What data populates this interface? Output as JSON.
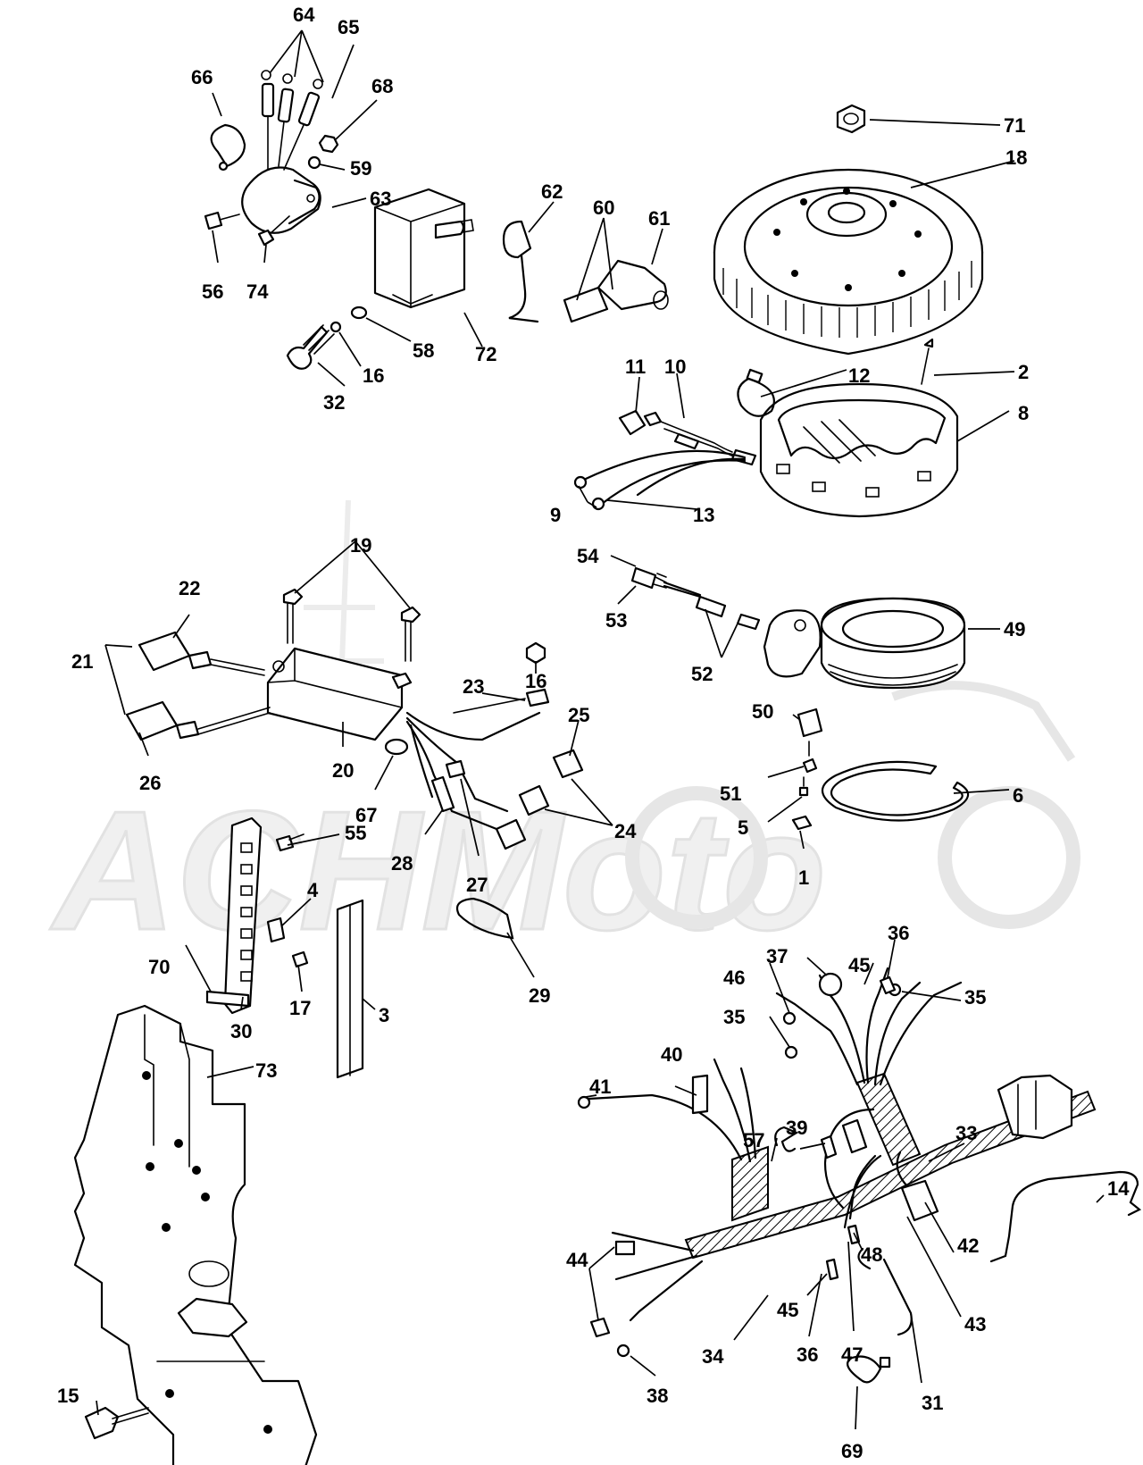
{
  "watermark": {
    "text": "ACHMoto"
  },
  "colors": {
    "line": "#000000",
    "background": "#ffffff",
    "watermark": "#e6e6e6"
  },
  "callouts": {
    "c64": "64",
    "c65": "65",
    "c66": "66",
    "c68": "68",
    "c59": "59",
    "c63": "63",
    "c56": "56",
    "c74": "74",
    "c62": "62",
    "c60": "60",
    "c61": "61",
    "c72": "72",
    "c58": "58",
    "c16a": "16",
    "c32": "32",
    "c71": "71",
    "c18": "18",
    "c12": "12",
    "c11": "11",
    "c10": "10",
    "c2": "2",
    "c8": "8",
    "c9": "9",
    "c13": "13",
    "c19": "19",
    "c22": "22",
    "c21": "21",
    "c26": "26",
    "c20": "20",
    "c23": "23",
    "c16b": "16",
    "c25": "25",
    "c67": "67",
    "c24": "24",
    "c28": "28",
    "c27": "27",
    "c55": "55",
    "c4": "4",
    "c17": "17",
    "c30": "30",
    "c3": "3",
    "c29": "29",
    "c70": "70",
    "c73": "73",
    "c15": "15",
    "c54": "54",
    "c53": "53",
    "c52": "52",
    "c49": "49",
    "c50": "50",
    "c51": "51",
    "c5": "5",
    "c1": "1",
    "c6": "6",
    "c37": "37",
    "c36a": "36",
    "c45a": "45",
    "c46": "46",
    "c35a": "35",
    "c35b": "35",
    "c41": "41",
    "c40": "40",
    "c57": "57",
    "c39": "39",
    "c33": "33",
    "c14": "14",
    "c42": "42",
    "c48": "48",
    "c44": "44",
    "c45b": "45",
    "c43": "43",
    "c34": "34",
    "c36b": "36",
    "c47": "47",
    "c38": "38",
    "c31": "31",
    "c69": "69"
  }
}
